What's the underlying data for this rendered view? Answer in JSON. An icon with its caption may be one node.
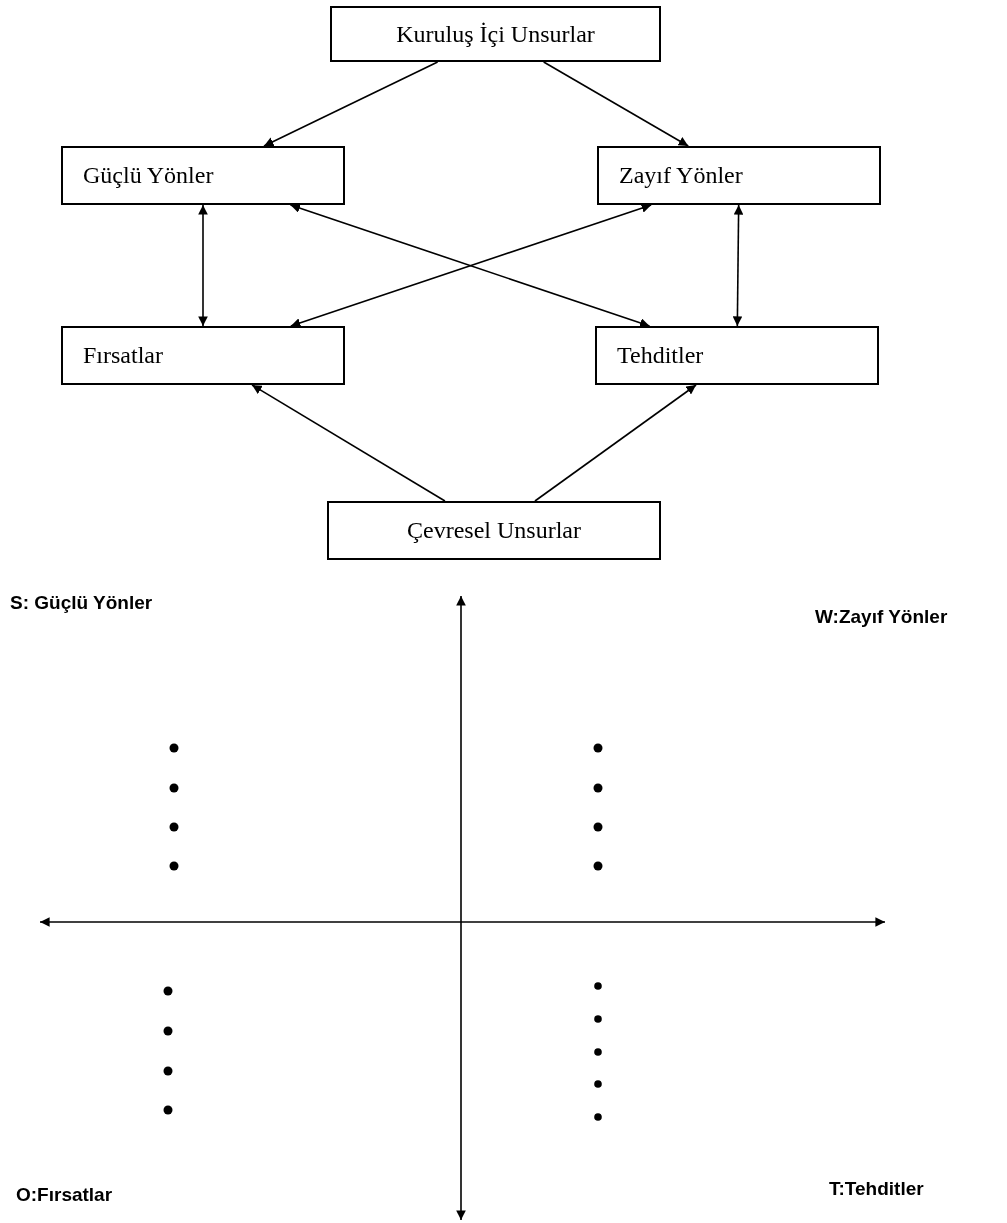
{
  "diagram": {
    "nodes": [
      {
        "text": [
          "Kuruluş İçi Unsurlar"
        ]
      },
      {
        "text": [
          "Güçlü Yönler"
        ]
      },
      {
        "text": [
          "Zayıf Yönler"
        ]
      },
      {
        "text": [
          "Fırsatlar"
        ]
      },
      {
        "text": [
          "Tehditler"
        ]
      },
      {
        "text": [
          "Çevresel Unsurlar"
        ]
      }
    ],
    "edges": [
      {
        "from": 0,
        "to": 1,
        "arrow": "to"
      },
      {
        "from": 0,
        "to": 2,
        "arrow": "to"
      },
      {
        "from": 1,
        "to": 3,
        "arrow": "both"
      },
      {
        "from": 2,
        "to": 4,
        "arrow": "both"
      },
      {
        "from": 1,
        "to": 4,
        "arrow": "both"
      },
      {
        "from": 3,
        "to": 2,
        "arrow": "both"
      },
      {
        "from": 5,
        "to": 3,
        "arrow": "to"
      },
      {
        "from": 5,
        "to": 4,
        "arrow": "to"
      }
    ],
    "labels": [
      "S: Güçlü Yönler",
      "W:Zayıf Yönler",
      "O:Fırsatlar",
      "T:Tehditler"
    ]
  }
}
